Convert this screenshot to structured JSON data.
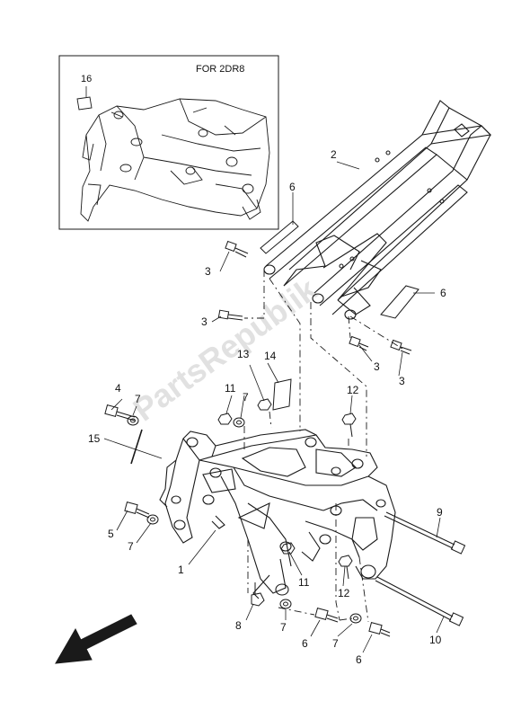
{
  "inset": {
    "title": "FOR 2DR8",
    "callout": "16"
  },
  "watermark": "PartsRepublik",
  "callouts": [
    {
      "id": "c1",
      "text": "1"
    },
    {
      "id": "c2",
      "text": "2"
    },
    {
      "id": "c3a",
      "text": "3"
    },
    {
      "id": "c3b",
      "text": "3"
    },
    {
      "id": "c3c",
      "text": "3"
    },
    {
      "id": "c3d",
      "text": "3"
    },
    {
      "id": "c4",
      "text": "4"
    },
    {
      "id": "c5",
      "text": "5"
    },
    {
      "id": "c6a",
      "text": "6"
    },
    {
      "id": "c6b",
      "text": "6"
    },
    {
      "id": "c6c",
      "text": "6"
    },
    {
      "id": "c6d",
      "text": "6"
    },
    {
      "id": "c7a",
      "text": "7"
    },
    {
      "id": "c7b",
      "text": "7"
    },
    {
      "id": "c7c",
      "text": "7"
    },
    {
      "id": "c7d",
      "text": "7"
    },
    {
      "id": "c7e",
      "text": "7"
    },
    {
      "id": "c8",
      "text": "8"
    },
    {
      "id": "c9",
      "text": "9"
    },
    {
      "id": "c10",
      "text": "10"
    },
    {
      "id": "c11a",
      "text": "11"
    },
    {
      "id": "c11b",
      "text": "11"
    },
    {
      "id": "c12a",
      "text": "12"
    },
    {
      "id": "c12b",
      "text": "12"
    },
    {
      "id": "c13",
      "text": "13"
    },
    {
      "id": "c14",
      "text": "14"
    },
    {
      "id": "c15",
      "text": "15"
    }
  ],
  "colors": {
    "line": "#1a1a1a",
    "background": "#ffffff",
    "watermark": "#c9c9c9"
  },
  "icons": {
    "direction_arrow": "front-direction-arrow-icon"
  }
}
